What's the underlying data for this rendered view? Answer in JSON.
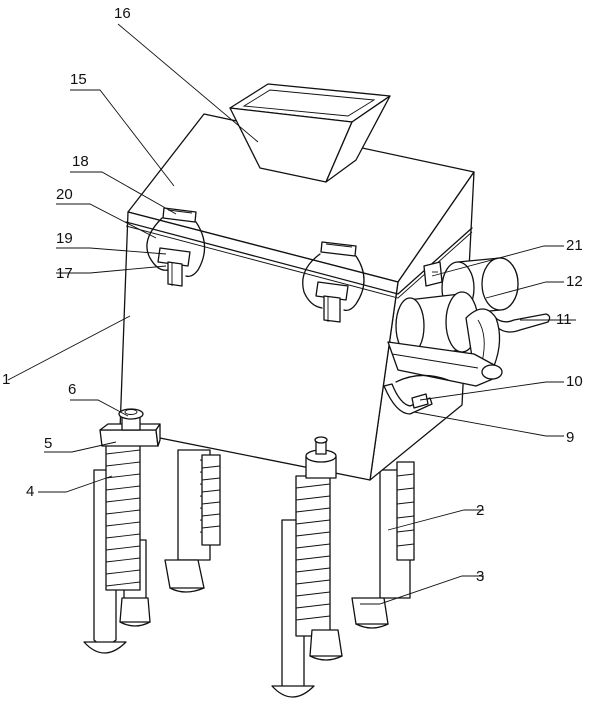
{
  "figure": {
    "background": "#ffffff",
    "line_color": "#111111"
  },
  "labels": {
    "l1": "1",
    "l2": "2",
    "l3": "3",
    "l4": "4",
    "l5": "5",
    "l6": "6",
    "l9": "9",
    "l10": "10",
    "l11": "11",
    "l12": "12",
    "l15": "15",
    "l16": "16",
    "l17": "17",
    "l18": "18",
    "l19": "19",
    "l20": "20",
    "l21": "21"
  }
}
